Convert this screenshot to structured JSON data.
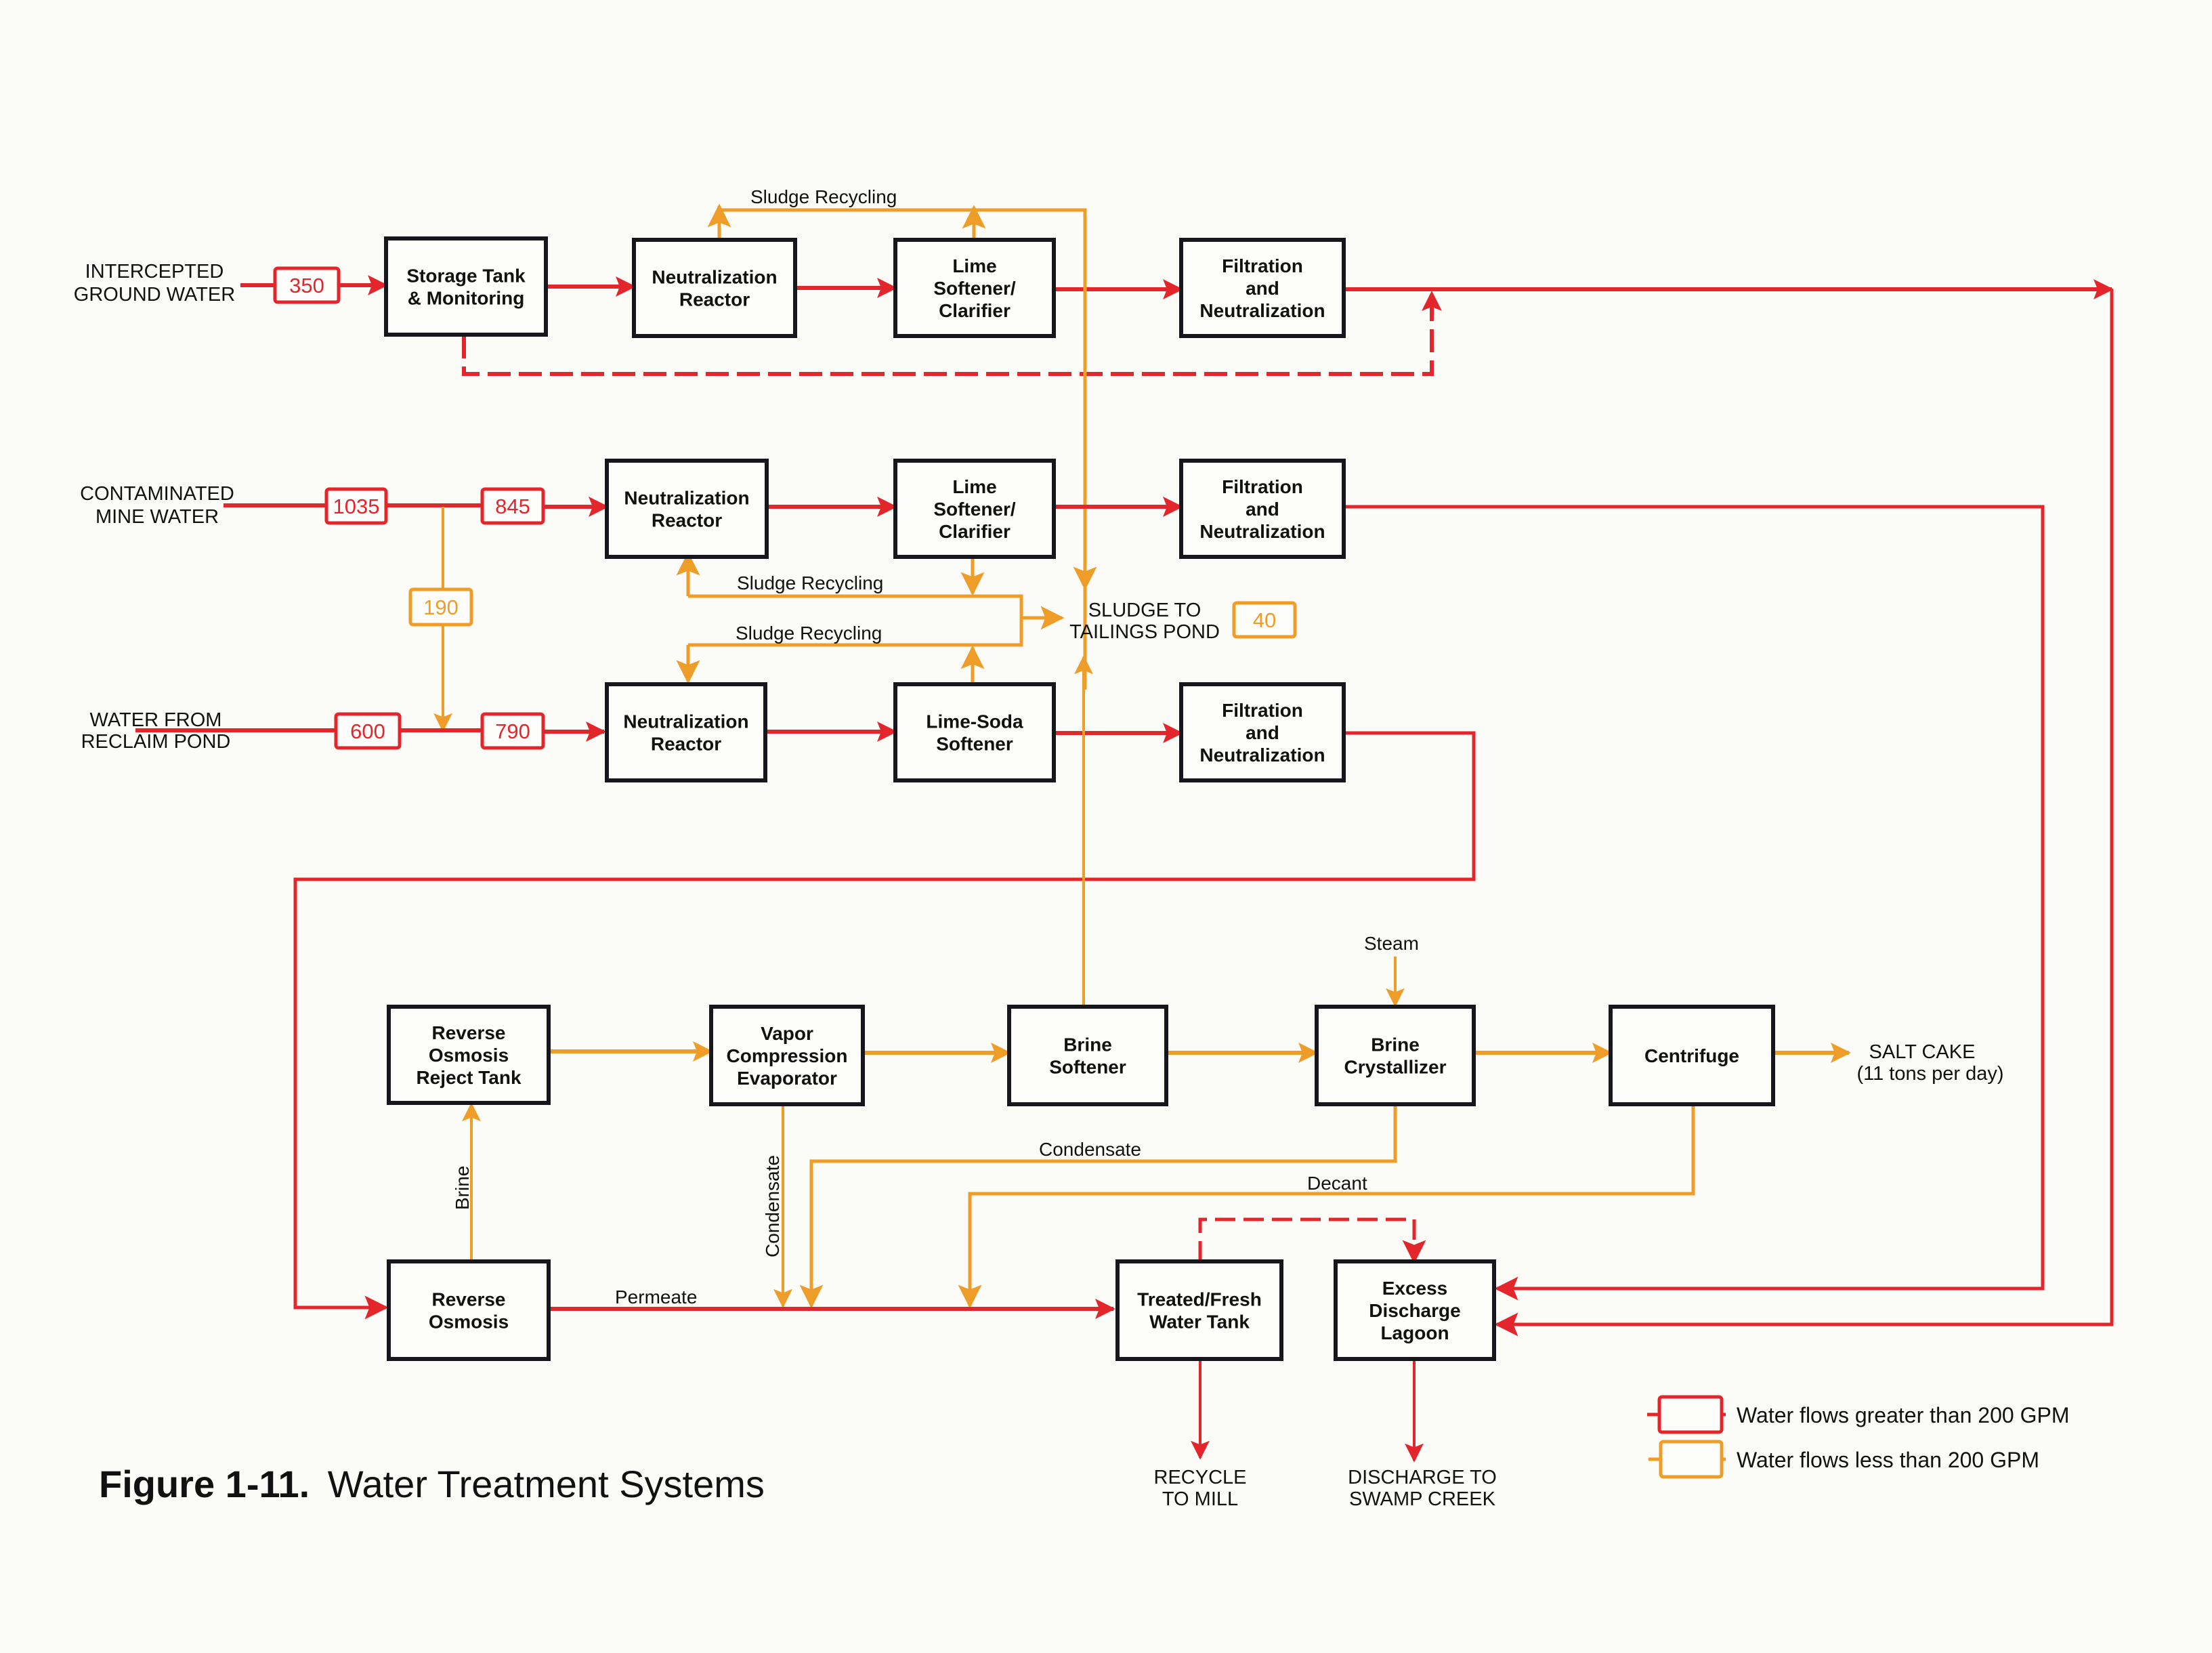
{
  "figure": {
    "caption_number": "Figure 1-11.",
    "caption_title": "Water Treatment Systems"
  },
  "colors": {
    "high_flow": "#e2262c",
    "low_flow": "#ee9d28",
    "box_border": "#16161c"
  },
  "sources": {
    "intercepted_ground_water": [
      "INTERCEPTED",
      "GROUND WATER"
    ],
    "contaminated_mine_water": [
      "CONTAMINATED",
      "MINE WATER"
    ],
    "water_from_reclaim_pond": [
      "WATER FROM",
      "RECLAIM POND"
    ]
  },
  "nodes": {
    "storage_tank": [
      "Storage Tank",
      "& Monitoring"
    ],
    "neutralization_reactor_1": [
      "Neutralization",
      "Reactor"
    ],
    "lime_softener_1": [
      "Lime",
      "Softener/",
      "Clarifier"
    ],
    "filtration_1": [
      "Filtration",
      "and",
      "Neutralization"
    ],
    "neutralization_reactor_2": [
      "Neutralization",
      "Reactor"
    ],
    "lime_softener_2": [
      "Lime",
      "Softener/",
      "Clarifier"
    ],
    "filtration_2": [
      "Filtration",
      "and",
      "Neutralization"
    ],
    "neutralization_reactor_3": [
      "Neutralization",
      "Reactor"
    ],
    "lime_soda_softener": [
      "Lime-Soda",
      "Softener"
    ],
    "filtration_3": [
      "Filtration",
      "and",
      "Neutralization"
    ],
    "ro_reject_tank": [
      "Reverse",
      "Osmosis",
      "Reject Tank"
    ],
    "vapor_compression": [
      "Vapor",
      "Compression",
      "Evaporator"
    ],
    "brine_softener": [
      "Brine",
      "Softener"
    ],
    "brine_crystallizer": [
      "Brine",
      "Crystallizer"
    ],
    "centrifuge": [
      "Centrifuge"
    ],
    "reverse_osmosis": [
      "Reverse",
      "Osmosis"
    ],
    "treated_water_tank": [
      "Treated/Fresh",
      "Water Tank"
    ],
    "excess_discharge_lagoon": [
      "Excess",
      "Discharge",
      "Lagoon"
    ]
  },
  "flows": {
    "ground_water_gpm": "350",
    "mine_water_total_gpm": "1035",
    "mine_to_reactor_gpm": "845",
    "mine_bypass_gpm": "190",
    "reclaim_pond_gpm": "600",
    "reclaim_combined_gpm": "790",
    "sludge_to_tailings_gpm": "40"
  },
  "flow_labels": {
    "sludge_recycling_top": "Sludge Recycling",
    "sludge_recycling_mid": "Sludge Recycling",
    "sludge_recycling_low": "Sludge Recycling",
    "brine": "Brine",
    "condensate_vertical": "Condensate",
    "condensate_horizontal": "Condensate",
    "decant": "Decant",
    "permeate": "Permeate",
    "steam": "Steam"
  },
  "outputs": {
    "sludge_to_tailings": [
      "SLUDGE TO",
      "TAILINGS POND"
    ],
    "salt_cake": [
      "SALT CAKE",
      "(11 tons per day)"
    ],
    "recycle_to_mill": [
      "RECYCLE",
      "TO MILL"
    ],
    "discharge_to_creek": [
      "DISCHARGE TO",
      "SWAMP CREEK"
    ]
  },
  "legend": {
    "high": "Water flows greater than 200 GPM",
    "low": "Water flows less than 200 GPM"
  }
}
